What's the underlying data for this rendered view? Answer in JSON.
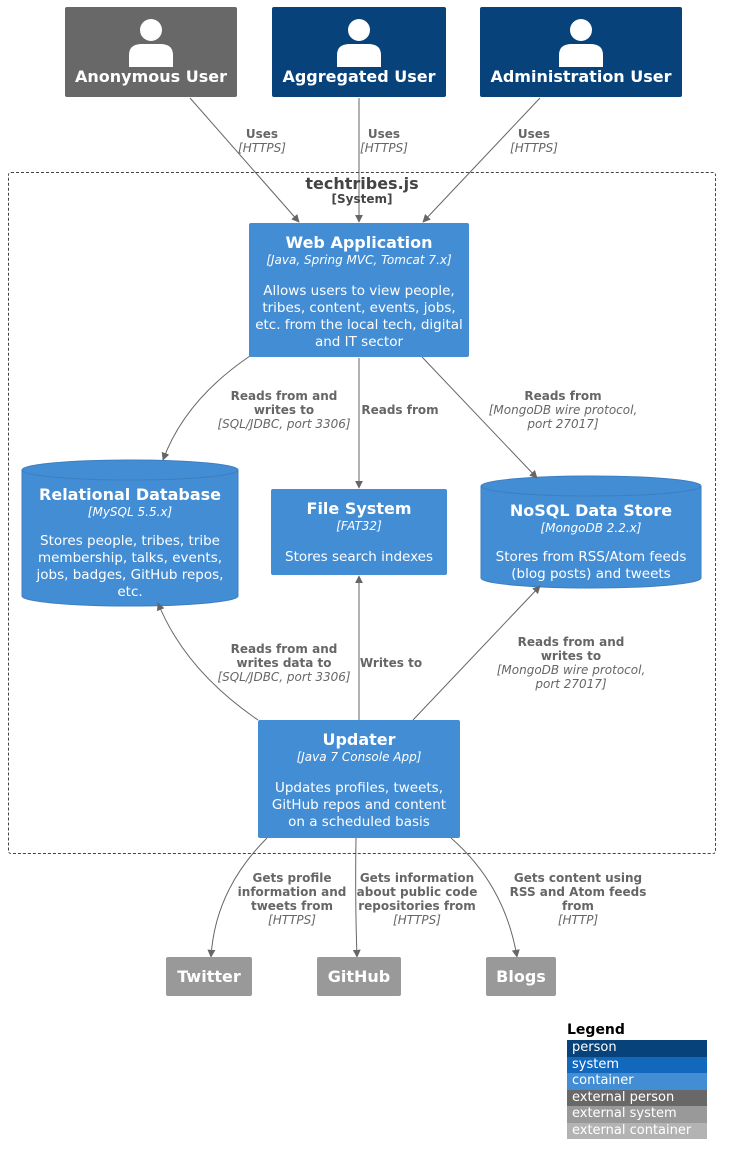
{
  "colors": {
    "person": "#08427B",
    "external_person": "#686868",
    "system": "#1168BD",
    "container": "#438DD5",
    "external_system": "#999999",
    "external_container": "#B3B3B3",
    "arrow": "#666666"
  },
  "icons": {
    "person": "person-icon"
  },
  "persons": {
    "anonymous": {
      "name": "Anonymous User"
    },
    "aggregated": {
      "name": "Aggregated User"
    },
    "admin": {
      "name": "Administration User"
    }
  },
  "boundary": {
    "name": "techtribes.js",
    "type": "[System]"
  },
  "containers": {
    "webapp": {
      "name": "Web Application",
      "tech": "[Java, Spring MVC, Tomcat 7.x]",
      "desc": "Allows users to view people, tribes, content, events, jobs, etc. from the local tech, digital and IT sector"
    },
    "relational": {
      "name": "Relational Database",
      "tech": "[MySQL 5.5.x]",
      "desc": "Stores people, tribes, tribe membership, talks, events, jobs, badges, GitHub repos, etc."
    },
    "filesystem": {
      "name": "File System",
      "tech": "[FAT32]",
      "desc": "Stores search indexes"
    },
    "nosql": {
      "name": "NoSQL Data Store",
      "tech": "[MongoDB 2.2.x]",
      "desc": "Stores from RSS/Atom feeds (blog posts) and tweets"
    },
    "updater": {
      "name": "Updater",
      "tech": "[Java 7 Console App]",
      "desc": "Updates profiles, tweets, GitHub repos and content on a scheduled basis"
    }
  },
  "external": {
    "twitter": {
      "name": "Twitter"
    },
    "github": {
      "name": "GitHub"
    },
    "blogs": {
      "name": "Blogs"
    }
  },
  "relationships": {
    "anon_web": {
      "label": "Uses",
      "tech": "[HTTPS]"
    },
    "agg_web": {
      "label": "Uses",
      "tech": "[HTTPS]"
    },
    "admin_web": {
      "label": "Uses",
      "tech": "[HTTPS]"
    },
    "web_rel": {
      "label1": "Reads from and",
      "label2": "writes to",
      "tech": "[SQL/JDBC, port 3306]"
    },
    "web_fs": {
      "label": "Reads from"
    },
    "web_nosql": {
      "label": "Reads from",
      "tech1": "[MongoDB wire protocol,",
      "tech2": "port 27017]"
    },
    "upd_rel": {
      "label1": "Reads from and",
      "label2": "writes data to",
      "tech": "[SQL/JDBC, port 3306]"
    },
    "upd_fs": {
      "label": "Writes to"
    },
    "upd_nosql": {
      "label1": "Reads from and",
      "label2": "writes to",
      "tech1": "[MongoDB wire protocol,",
      "tech2": "port 27017]"
    },
    "upd_twitter": {
      "label1": "Gets profile",
      "label2": "information and",
      "label3": "tweets from",
      "tech": "[HTTPS]"
    },
    "upd_github": {
      "label1": "Gets information",
      "label2": "about public code",
      "label3": "repositories from",
      "tech": "[HTTPS]"
    },
    "upd_blogs": {
      "label1": "Gets content using",
      "label2": "RSS and Atom feeds",
      "label3": "from",
      "tech": "[HTTP]"
    }
  },
  "legend": {
    "title": "Legend",
    "items": [
      {
        "label": "person",
        "color": "#08427B"
      },
      {
        "label": "system",
        "color": "#1168BD"
      },
      {
        "label": "container",
        "color": "#438DD5"
      },
      {
        "label": "external person",
        "color": "#686868"
      },
      {
        "label": "external system",
        "color": "#999999"
      },
      {
        "label": "external container",
        "color": "#B3B3B3"
      }
    ]
  }
}
